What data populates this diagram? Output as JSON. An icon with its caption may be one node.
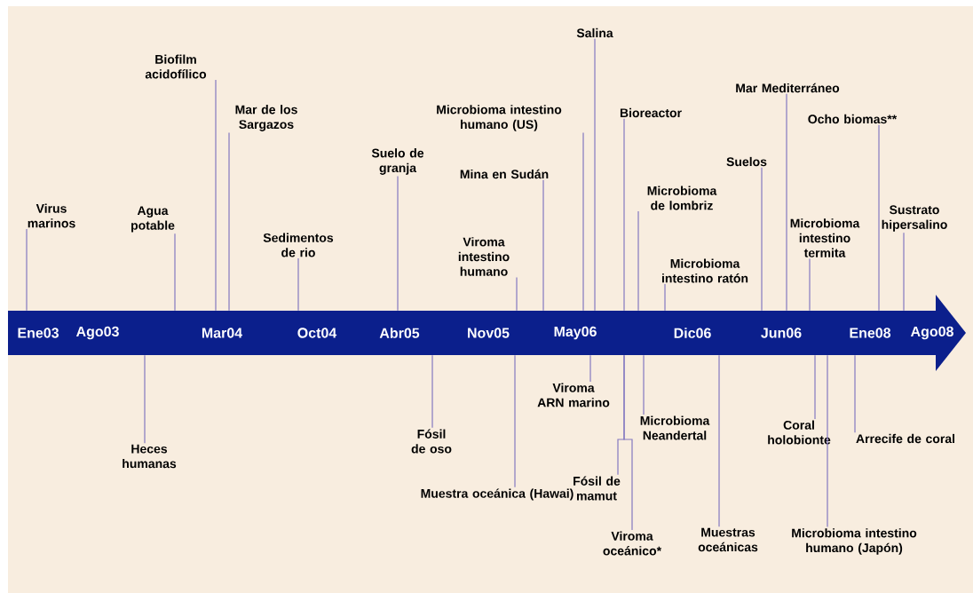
{
  "diagram": {
    "nodes": [
      {
        "text": [
          "Ene03",
          "Ago03",
          "Mar04",
          "Oct04",
          "Abr05",
          "Nov05",
          "May06",
          "Dic06",
          "Jun06",
          "Ene08",
          "Ago08"
        ]
      },
      {
        "text": [
          "Virus marinos"
        ]
      },
      {
        "text": [
          "Agua potable"
        ]
      },
      {
        "text": [
          "Biofilm acidofílico"
        ]
      },
      {
        "text": [
          "Mar de los Sargazos"
        ]
      },
      {
        "text": [
          "Sedimentos de rio"
        ]
      },
      {
        "text": [
          "Suelo de granja"
        ]
      },
      {
        "text": [
          "Microbioma intestino humano (US)"
        ]
      },
      {
        "text": [
          "Mina en Sudán"
        ]
      },
      {
        "text": [
          "Viroma intestino humano"
        ]
      },
      {
        "text": [
          "Salina"
        ]
      },
      {
        "text": [
          "Bioreactor"
        ]
      },
      {
        "text": [
          "Microbioma de lombriz"
        ]
      },
      {
        "text": [
          "Microbioma intestino ratón"
        ]
      },
      {
        "text": [
          "Suelos"
        ]
      },
      {
        "text": [
          "Mar Mediterráneo"
        ]
      },
      {
        "text": [
          "Microbioma intestino termita"
        ]
      },
      {
        "text": [
          "Ocho biomas**"
        ]
      },
      {
        "text": [
          "Sustrato hipersalino"
        ]
      },
      {
        "text": [
          "Heces humanas"
        ]
      },
      {
        "text": [
          "Fósil de oso"
        ]
      },
      {
        "text": [
          "Muestra oceánica (Hawai)"
        ]
      },
      {
        "text": [
          "Viroma ARN marino"
        ]
      },
      {
        "text": [
          "Fósil de mamut"
        ]
      },
      {
        "text": [
          "Viroma oceánico*"
        ]
      },
      {
        "text": [
          "Microbioma Neandertal"
        ]
      },
      {
        "text": [
          "Muestras oceánicas"
        ]
      },
      {
        "text": [
          "Coral holobionte"
        ]
      },
      {
        "text": [
          "Microbioma intestino humano (Japón)"
        ]
      },
      {
        "text": [
          "Arrecife de coral"
        ]
      }
    ],
    "edges": [
      {
        "from": 1,
        "to": 0,
        "arrow": "none"
      },
      {
        "from": 2,
        "to": 0,
        "arrow": "none"
      },
      {
        "from": 3,
        "to": 0,
        "arrow": "none"
      },
      {
        "from": 4,
        "to": 0,
        "arrow": "none"
      },
      {
        "from": 5,
        "to": 0,
        "arrow": "none"
      },
      {
        "from": 6,
        "to": 0,
        "arrow": "none"
      },
      {
        "from": 7,
        "to": 0,
        "arrow": "none"
      },
      {
        "from": 8,
        "to": 0,
        "arrow": "none"
      },
      {
        "from": 9,
        "to": 0,
        "arrow": "none"
      },
      {
        "from": 10,
        "to": 0,
        "arrow": "none"
      },
      {
        "from": 11,
        "to": 0,
        "arrow": "none"
      },
      {
        "from": 12,
        "to": 0,
        "arrow": "none"
      },
      {
        "from": 13,
        "to": 0,
        "arrow": "none"
      },
      {
        "from": 14,
        "to": 0,
        "arrow": "none"
      },
      {
        "from": 15,
        "to": 0,
        "arrow": "none"
      },
      {
        "from": 16,
        "to": 0,
        "arrow": "none"
      },
      {
        "from": 17,
        "to": 0,
        "arrow": "none"
      },
      {
        "from": 18,
        "to": 0,
        "arrow": "none"
      },
      {
        "from": 19,
        "to": 0,
        "arrow": "none"
      },
      {
        "from": 20,
        "to": 0,
        "arrow": "none"
      },
      {
        "from": 21,
        "to": 0,
        "arrow": "none"
      },
      {
        "from": 22,
        "to": 0,
        "arrow": "none"
      },
      {
        "from": 23,
        "to": 0,
        "arrow": "none"
      },
      {
        "from": 24,
        "to": 0,
        "arrow": "none"
      },
      {
        "from": 25,
        "to": 0,
        "arrow": "none"
      },
      {
        "from": 26,
        "to": 0,
        "arrow": "none"
      },
      {
        "from": 27,
        "to": 0,
        "arrow": "none"
      },
      {
        "from": 28,
        "to": 0,
        "arrow": "none"
      },
      {
        "from": 29,
        "to": 0,
        "arrow": "none"
      }
    ]
  }
}
